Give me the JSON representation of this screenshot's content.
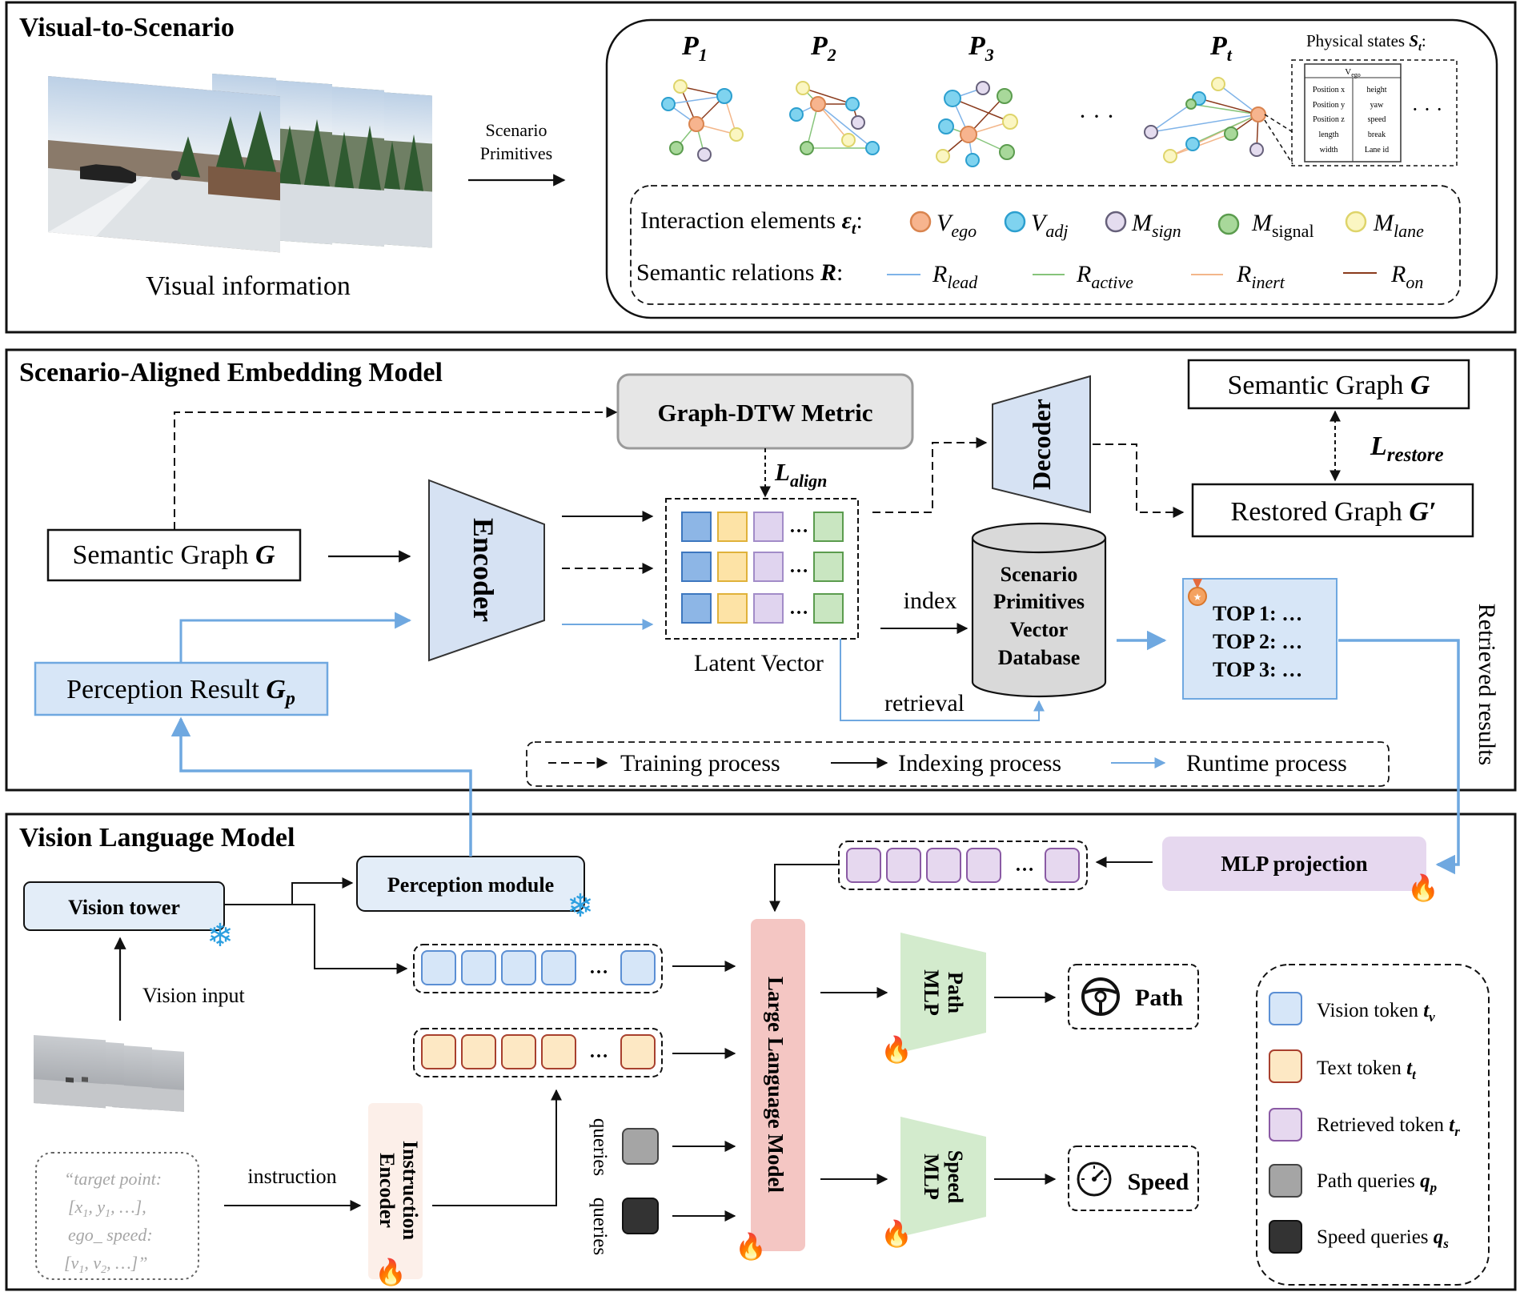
{
  "sections": {
    "visual_to_scenario": "Visual-to-Scenario",
    "embedding_model": "Scenario-Aligned Embedding Model",
    "vlm": "Vision Language Model"
  },
  "top": {
    "visual_information": "Visual information",
    "arrow_label_line1": "Scenario",
    "arrow_label_line2": "Primitives",
    "primitives": {
      "p1_base": "P",
      "p1_sub": "1",
      "p2_base": "P",
      "p2_sub": "2",
      "p3_base": "P",
      "p3_sub": "3",
      "pt_base": "P",
      "pt_sub": "t",
      "ellipsis": "· · ·"
    },
    "physical_states_label": "Physical states ",
    "physical_states_sym": "S",
    "physical_states_sub": "t",
    "physical_states_colon": ":",
    "state_table": {
      "header_v": "V",
      "header_sub": "ego",
      "left": [
        "Position x",
        "Position y",
        "Position z",
        "length",
        "width"
      ],
      "right": [
        "height",
        "yaw",
        "speed",
        "break",
        "Lane id"
      ],
      "more": "· · ·"
    },
    "legend": {
      "interaction_label": "Interaction elements ",
      "interaction_sym": "ε",
      "interaction_sub": "t",
      "interaction_colon": ":",
      "elements": [
        {
          "base": "V",
          "sub": "ego",
          "fill": "#f7b48e",
          "stroke": "#d9844f"
        },
        {
          "base": "V",
          "sub": "adj",
          "fill": "#7fd3ef",
          "stroke": "#2c9fcf"
        },
        {
          "base": "M",
          "sub": "sign",
          "fill": "#e4dcef",
          "stroke": "#66607a"
        },
        {
          "base": "M",
          "sub": "signal",
          "fill": "#a8d89a",
          "stroke": "#5b9c4e"
        },
        {
          "base": "M",
          "sub": "lane",
          "fill": "#fbf6c2",
          "stroke": "#ded46a"
        }
      ],
      "relations_label": "Semantic relations ",
      "relations_sym": "R",
      "relations_colon": ":",
      "relations": [
        {
          "base": "R",
          "sub": "lead",
          "color": "#7fb3e8"
        },
        {
          "base": "R",
          "sub": "active",
          "color": "#86c47a"
        },
        {
          "base": "R",
          "sub": "inert",
          "color": "#f3b68a"
        },
        {
          "base": "R",
          "sub": "on",
          "color": "#8a3a1c"
        }
      ]
    }
  },
  "middle": {
    "graph_dtw": "Graph-DTW Metric",
    "l_align_base": "L",
    "l_align_sub": "align",
    "decoder": "Decoder",
    "encoder": "Encoder",
    "semantic_graph_top": "Semantic Graph ",
    "semantic_graph_top_sym": "G",
    "l_restore_base": "L",
    "l_restore_sub": "restore",
    "restored_graph": "Restored Graph ",
    "restored_graph_sym": "G′",
    "semantic_graph_left": "Semantic Graph ",
    "semantic_graph_left_sym": "G",
    "perception_result": "Perception Result ",
    "perception_result_sym": "G",
    "perception_result_sub": "p",
    "latent_vector": "Latent Vector",
    "index": "index",
    "retrieval": "retrieval",
    "database": [
      "Scenario",
      "Primitives",
      "Vector",
      "Database"
    ],
    "top_results": [
      "TOP 1: …",
      "TOP 2: …",
      "TOP 3: …"
    ],
    "retrieved_results": "Retrieved results",
    "process_legend": {
      "training": "Training process",
      "indexing": "Indexing process",
      "runtime": "Runtime process"
    }
  },
  "bottom": {
    "vision_tower": "Vision tower",
    "perception_module": "Perception module",
    "vision_input": "Vision input",
    "mlp_projection": "MLP projection",
    "llm": "Large Language Model",
    "path_mlp": [
      "Path",
      "MLP"
    ],
    "speed_mlp": [
      "Speed",
      "MLP"
    ],
    "path_output": "Path",
    "speed_output": "Speed",
    "instruction": "instruction",
    "instruction_encoder": [
      "Instruction",
      "Encoder"
    ],
    "queries_top": "queries",
    "queries_bottom": "queries",
    "instruction_text": {
      "line1": "“target point:",
      "line2_a": "[x",
      "line2_s1": "1",
      "line2_b": ", y",
      "line2_s2": "1",
      "line2_c": ", …],",
      "line3": "ego_ speed:",
      "line4_a": "[v",
      "line4_s1": "1",
      "line4_b": ", v",
      "line4_s2": "2",
      "line4_c": ", …]”"
    },
    "token_legend": [
      {
        "label": "Vision token ",
        "sym": "t",
        "sub": "v",
        "fill": "#d6e6f8",
        "stroke": "#5b8fd4"
      },
      {
        "label": "Text token ",
        "sym": "t",
        "sub": "t",
        "fill": "#fde8c4",
        "stroke": "#a8402e"
      },
      {
        "label": "Retrieved token ",
        "sym": "t",
        "sub": "r",
        "fill": "#e6d8ef",
        "stroke": "#8a5aa4"
      },
      {
        "label": "Path queries ",
        "sym": "q",
        "sub": "p",
        "fill": "#a5a5a5",
        "stroke": "#444444"
      },
      {
        "label": "Speed queries ",
        "sym": "q",
        "sub": "s",
        "fill": "#333333",
        "stroke": "#111111"
      }
    ]
  },
  "colors": {
    "runtime_blue": "#6fa8e0",
    "encoder_fill": "#d6e2f3",
    "box_blue": "#d7e6f7",
    "db_gray": "#d9d9d9",
    "mlp_purple": "#e6d8ef",
    "llm_pink": "#f4c6c3",
    "mlp_green": "#d3ebcd"
  }
}
